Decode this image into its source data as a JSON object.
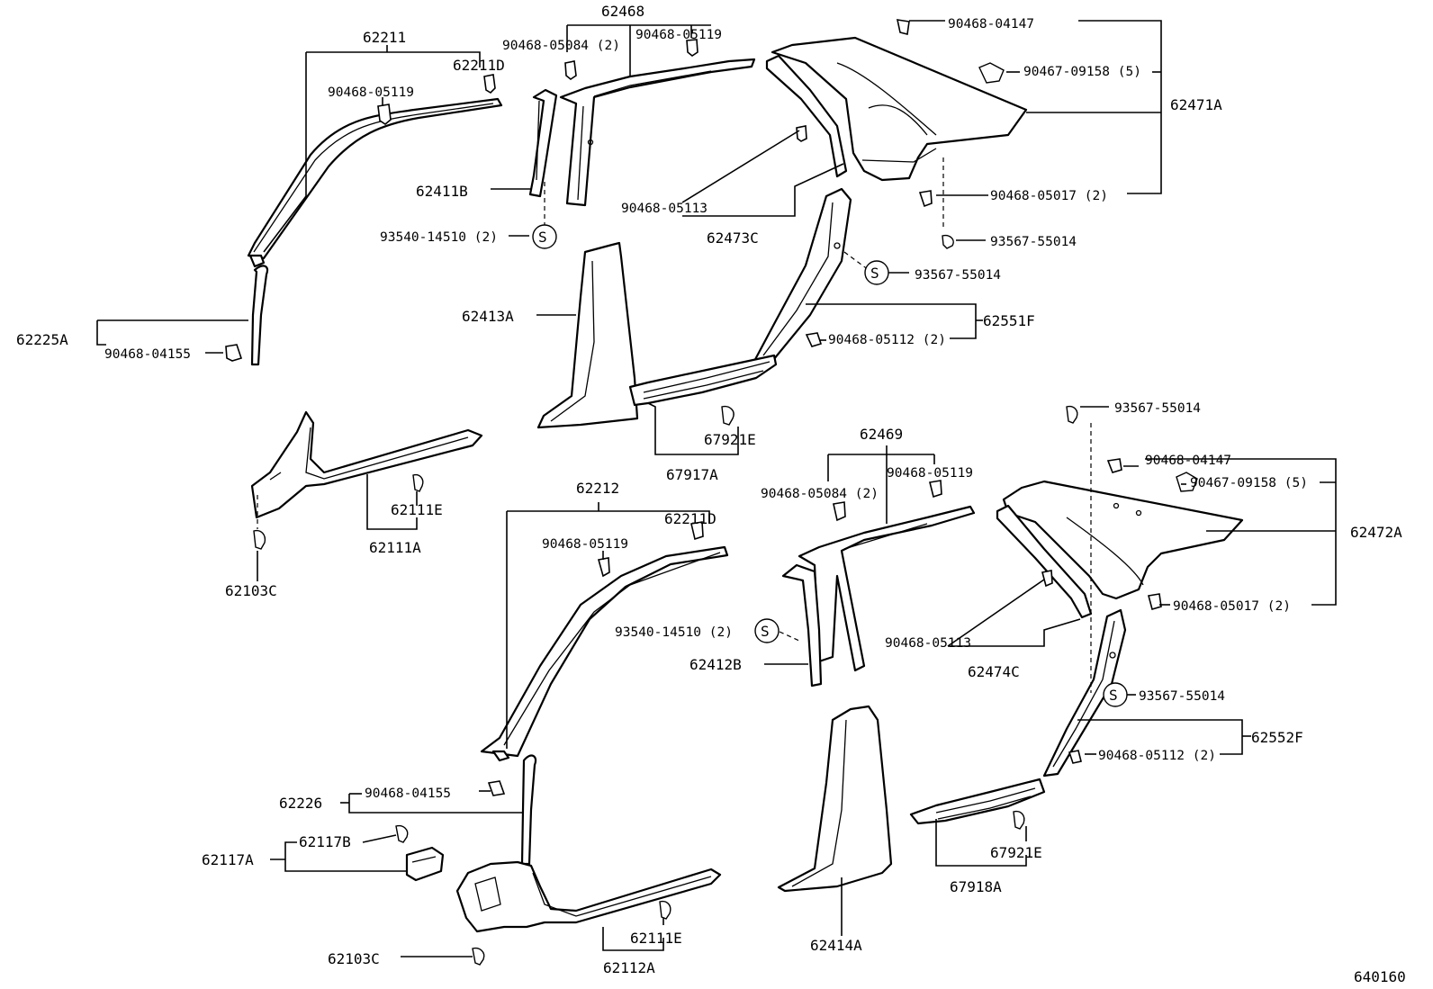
{
  "labels": {
    "l62211": "62211",
    "l62211D_a": "62211D",
    "l90468_05119_a": "90468-05119",
    "l62468": "62468",
    "l90468_05084_a": "90468-05084 (2)",
    "l90468_05119_b": "90468-05119",
    "l90468_04147_a": "90468-04147",
    "l90467_09158_a": "90467-09158 (5)",
    "l62471A": "62471A",
    "l62411B": "62411B",
    "l90468_05113_a": "90468-05113",
    "l62473C": "62473C",
    "l90468_05017_a": "90468-05017 (2)",
    "l93540_14510_a": "93540-14510 (2)",
    "l93567_55014_a": "93567-55014",
    "l93567_55014_b": "93567-55014",
    "l62225A": "62225A",
    "l90468_04155_a": "90468-04155",
    "l62413A": "62413A",
    "l62551F": "62551F",
    "l90468_05112_a": "90468-05112 (2)",
    "l67921E_a": "67921E",
    "l67917A": "67917A",
    "l93567_55014_c": "93567-55014",
    "l62111E_a": "62111E",
    "l62111A": "62111A",
    "l62103C_a": "62103C",
    "l62469": "62469",
    "l90468_04147_b": "90468-04147",
    "l90468_05084_b": "90468-05084 (2)",
    "l90468_05119_c": "90468-05119",
    "l90467_09158_b": "90467-09158 (5)",
    "l62212": "62212",
    "l90468_05119_d": "90468-05119",
    "l62211D_b": "62211D",
    "l62472A": "62472A",
    "l93540_14510_b": "93540-14510 (2)",
    "l90468_05017_b": "90468-05017 (2)",
    "l90468_05113_b": "90468-05113",
    "l62412B": "62412B",
    "l62474C": "62474C",
    "l93567_55014_d": "93567-55014",
    "l62552F": "62552F",
    "l90468_05112_b": "90468-05112 (2)",
    "l62226": "62226",
    "l90468_04155_b": "90468-04155",
    "l62117A": "62117A",
    "l62117B": "62117B",
    "l67921E_b": "67921E",
    "l67918A": "67918A",
    "l62111E_b": "62111E",
    "l62103C_b": "62103C",
    "l62112A": "62112A",
    "l62414A": "62414A",
    "diagram_id": "640160",
    "screw_mark": "S"
  }
}
